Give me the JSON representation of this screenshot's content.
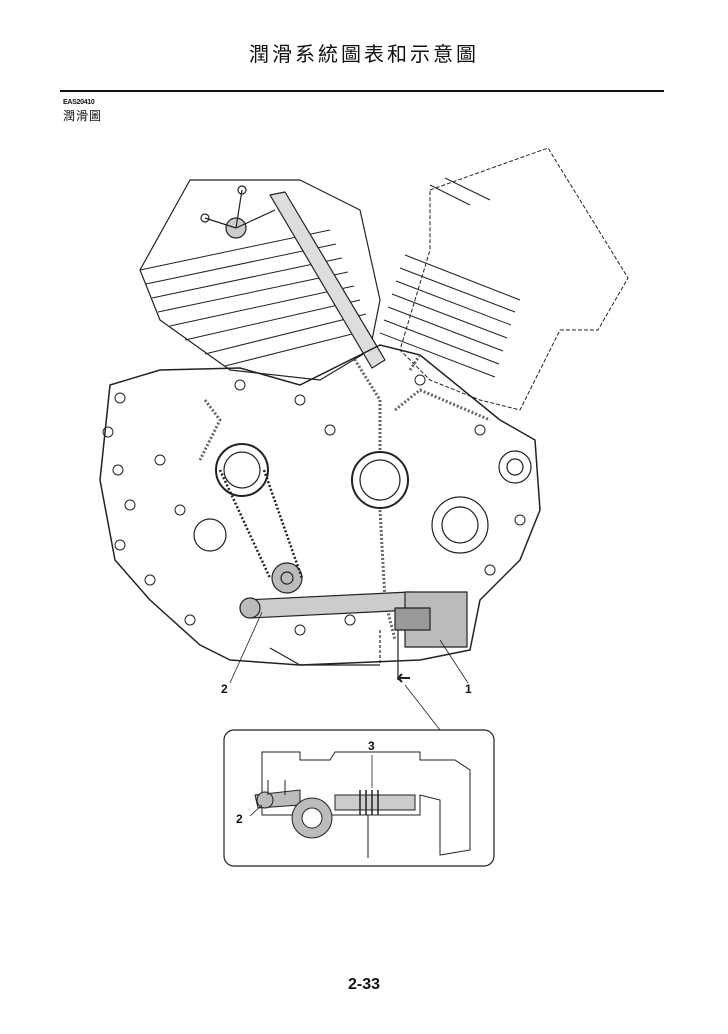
{
  "header": {
    "title": "潤滑系統圖表和示意圖"
  },
  "section": {
    "code": "EAS20410",
    "title": "潤滑圖"
  },
  "callouts": {
    "main_1": "1",
    "main_2": "2",
    "inset_2": "2",
    "inset_3": "3"
  },
  "footer": {
    "page_number": "2-33"
  }
}
